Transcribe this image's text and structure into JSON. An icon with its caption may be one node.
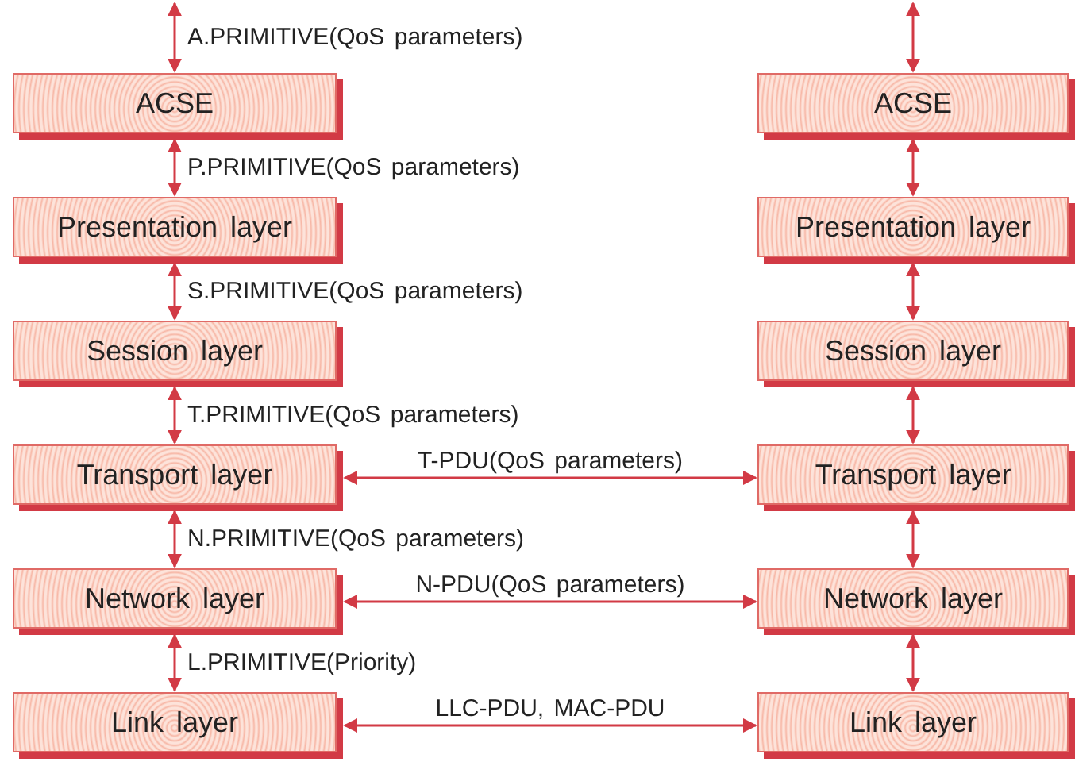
{
  "diagram": {
    "nodes": [
      {
        "text": [
          "ACSE"
        ]
      },
      {
        "text": [
          "Presentation layer"
        ]
      },
      {
        "text": [
          "Session layer"
        ]
      },
      {
        "text": [
          "Transport layer"
        ]
      },
      {
        "text": [
          "Network layer"
        ]
      },
      {
        "text": [
          "Link layer"
        ]
      },
      {
        "text": [
          "ACSE"
        ]
      },
      {
        "text": [
          "Presentation layer"
        ]
      },
      {
        "text": [
          "Session layer"
        ]
      },
      {
        "text": [
          "Transport layer"
        ]
      },
      {
        "text": [
          "Network layer"
        ]
      },
      {
        "text": [
          "Link layer"
        ]
      }
    ],
    "edges": [
      {
        "from": null,
        "to": 0,
        "arrow": "both",
        "label": "A.PRIMITIVE(QoS parameters)"
      },
      {
        "from": 0,
        "to": 1,
        "arrow": "both",
        "label": "P.PRIMITIVE(QoS parameters)"
      },
      {
        "from": 1,
        "to": 2,
        "arrow": "both",
        "label": "S.PRIMITIVE(QoS parameters)"
      },
      {
        "from": 2,
        "to": 3,
        "arrow": "both",
        "label": "T.PRIMITIVE(QoS parameters)"
      },
      {
        "from": 3,
        "to": 4,
        "arrow": "both",
        "label": "N.PRIMITIVE(QoS parameters)"
      },
      {
        "from": 4,
        "to": 5,
        "arrow": "both",
        "label": "L.PRIMITIVE(Priority)"
      },
      {
        "from": null,
        "to": 6,
        "arrow": "both"
      },
      {
        "from": 6,
        "to": 7,
        "arrow": "both"
      },
      {
        "from": 7,
        "to": 8,
        "arrow": "both"
      },
      {
        "from": 8,
        "to": 9,
        "arrow": "both"
      },
      {
        "from": 9,
        "to": 10,
        "arrow": "both"
      },
      {
        "from": 10,
        "to": 11,
        "arrow": "both"
      },
      {
        "from": 3,
        "to": 9,
        "arrow": "both",
        "label": "T-PDU(QoS parameters)"
      },
      {
        "from": 4,
        "to": 10,
        "arrow": "both",
        "label": "N-PDU(QoS parameters)"
      },
      {
        "from": 5,
        "to": 11,
        "arrow": "both",
        "label": "LLC-PDU, MAC-PDU"
      }
    ]
  }
}
